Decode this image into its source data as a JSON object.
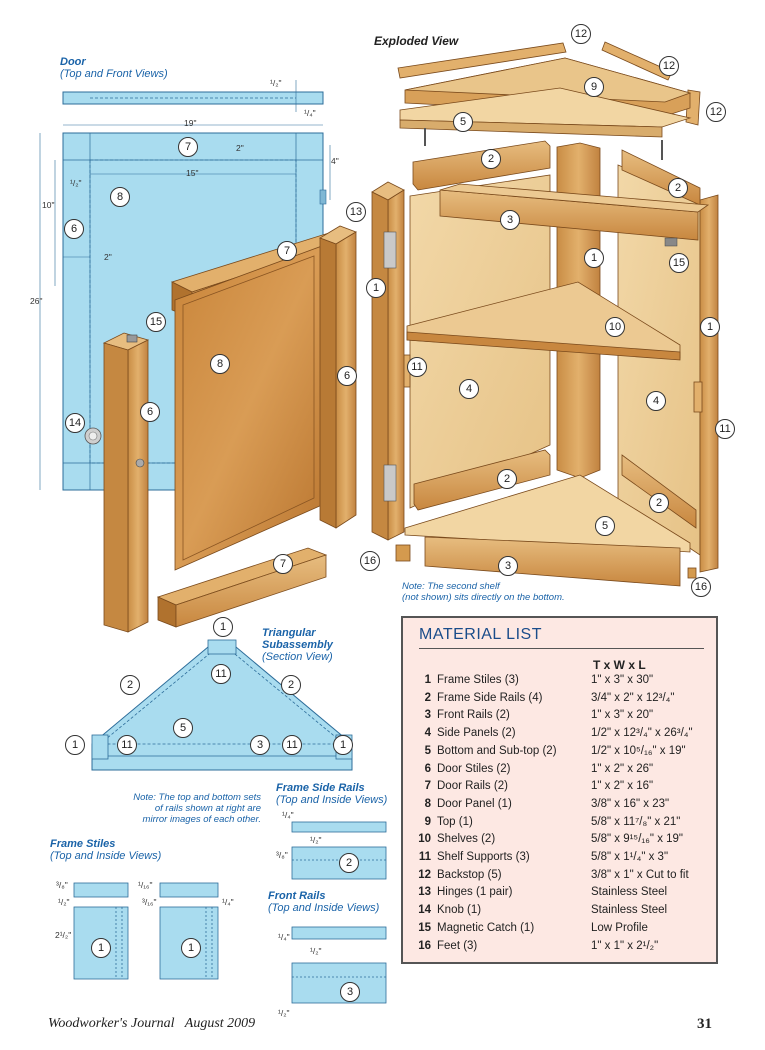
{
  "headings": {
    "exploded": "Exploded View",
    "door_title": "Door",
    "door_sub": "(Top and Front Views)",
    "tri_title1": "Triangular",
    "tri_title2": "Subassembly",
    "tri_sub": "(Section View)",
    "fsr_title": "Frame Side Rails",
    "fsr_sub": "(Top and Inside Views)",
    "fs_title": "Frame Stiles",
    "fs_sub": "(Top and Inside Views)",
    "fr_title": "Front Rails",
    "fr_sub": "(Top and Inside Views)"
  },
  "notes": {
    "shelf_note_1": "Note: The second shelf",
    "shelf_note_2": "(not shown) sits directly on the bottom.",
    "rails_note_1": "Note: The top and bottom sets",
    "rails_note_2": "of rails shown at right are",
    "rails_note_3": "mirror images of each other."
  },
  "dimensions": {
    "d19": "19\"",
    "d15": "15\"",
    "d26": "26\"",
    "d10": "10\"",
    "d4": "4\"",
    "d2a": "2\"",
    "d2b": "2\"",
    "d2half": "2¹/₂\"",
    "d_half": "¹/₂\"",
    "d_quarter": "¹/₄\"",
    "d_3_8": "³/₈\"",
    "d_1_16": "¹/₁₆\"",
    "d_3_16": "³/₁₆\""
  },
  "material_list": {
    "title": "MATERIAL LIST",
    "header": "T x W x L",
    "rows": [
      {
        "num": "1",
        "name": "Frame Stiles (3)",
        "dim": "1\" x 3\" x 30\""
      },
      {
        "num": "2",
        "name": "Frame Side Rails (4)",
        "dim": "3/4\" x 2\" x 12³/₄\""
      },
      {
        "num": "3",
        "name": "Front Rails (2)",
        "dim": "1\" x 3\" x 20\""
      },
      {
        "num": "4",
        "name": "Side Panels (2)",
        "dim": "1/2\" x 12³/₄\" x 26³/₄\""
      },
      {
        "num": "5",
        "name": "Bottom and Sub-top (2)",
        "dim": "1/2\" x 10⁵/₁₆\" x 19\""
      },
      {
        "num": "6",
        "name": "Door Stiles (2)",
        "dim": "1\" x 2\" x 26\""
      },
      {
        "num": "7",
        "name": "Door Rails (2)",
        "dim": "1\" x 2\" x 16\""
      },
      {
        "num": "8",
        "name": "Door Panel (1)",
        "dim": "3/8\" x 16\" x 23\""
      },
      {
        "num": "9",
        "name": "Top (1)",
        "dim": "5/8\" x 11⁷/₈\" x 21\""
      },
      {
        "num": "10",
        "name": "Shelves (2)",
        "dim": "5/8\" x 9¹⁵/₁₆\" x 19\""
      },
      {
        "num": "11",
        "name": "Shelf Supports (3)",
        "dim": "5/8\" x 1¹/₄\" x 3\""
      },
      {
        "num": "12",
        "name": "Backstop (5)",
        "dim": "3/8\" x 1\" x Cut to fit"
      },
      {
        "num": "13",
        "name": "Hinges (1 pair)",
        "dim": "Stainless Steel"
      },
      {
        "num": "14",
        "name": "Knob (1)",
        "dim": "Stainless Steel"
      },
      {
        "num": "15",
        "name": "Magnetic Catch (1)",
        "dim": "Low Profile"
      },
      {
        "num": "16",
        "name": "Feet (3)",
        "dim": "1\" x 1\" x 2¹/₂\""
      }
    ]
  },
  "footer": {
    "publication": "Woodworker's Journal   August 2009",
    "page": "31"
  },
  "colors": {
    "blueprint_fill": "#a9dcef",
    "blueprint_line": "#2d6d9a",
    "wood_light": "#e9c58a",
    "wood_mid": "#d49a4e",
    "wood_dark": "#b0722e",
    "table_bg": "#fde8e3"
  }
}
